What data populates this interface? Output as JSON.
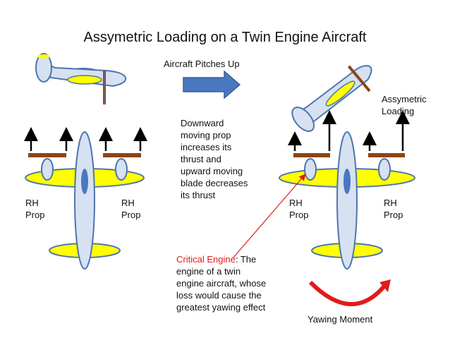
{
  "title": "Assymetric Loading on a Twin Engine Aircraft",
  "pitch_label": "Aircraft Pitches Up",
  "assym_label": "Assymetric\nLoading",
  "prop_note": "Downward\nmoving prop\nincreases its\nthrust and\nupward moving\nblade decreases\nits thrust",
  "prop_labels": {
    "left_a": "RH\nProp",
    "left_b": "RH\nProp",
    "right_a": "RH\nProp",
    "right_b": "RH\nProp"
  },
  "critical": {
    "term": "Critical Engine",
    "definition": ":  The\nengine of a twin\nengine aircraft, whose\nloss would cause the\ngreatest yawing effect"
  },
  "yaw_label": "Yawing Moment",
  "colors": {
    "fuselage": "#d6e1f1",
    "outline": "#4e75ad",
    "wing": "#ffff00",
    "arrow_blue": "#4a78c0",
    "prop_bar": "#8b4513",
    "critical_red": "#e01b1b"
  }
}
